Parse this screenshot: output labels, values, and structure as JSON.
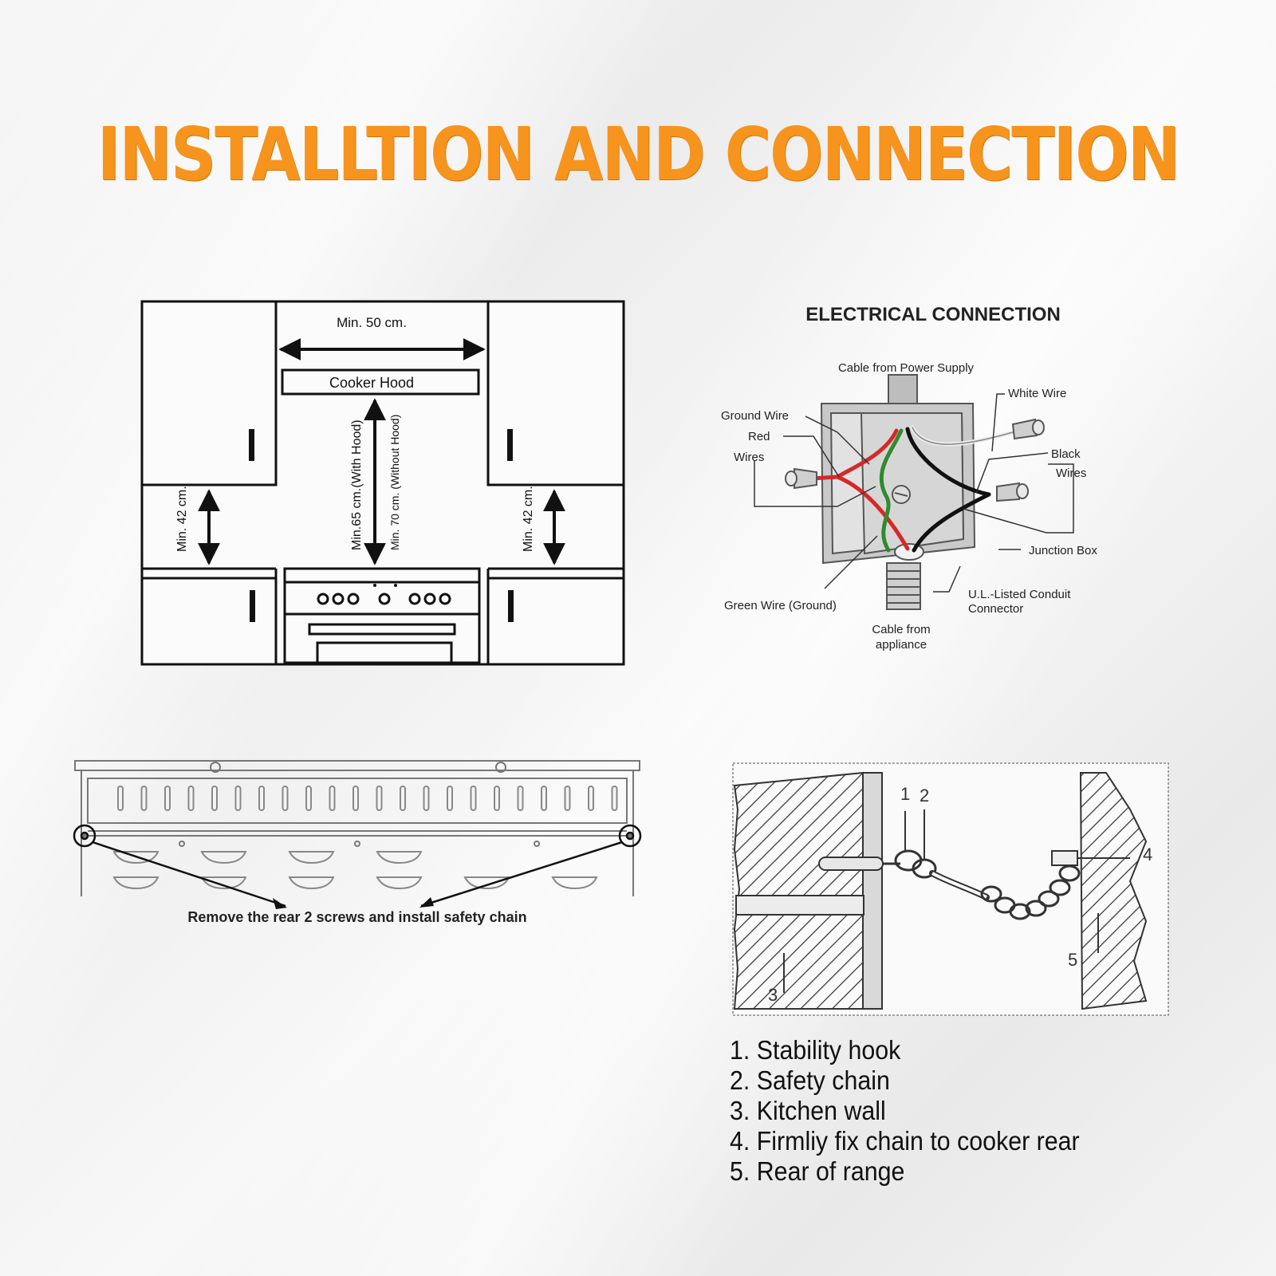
{
  "title": "INSTALLTION AND CONNECTION",
  "clearance_diagram": {
    "min_width": "Min.  50 cm.",
    "hood_label": "Cooker Hood",
    "with_hood": "Min.65   cm.(With  Hood)",
    "without_hood": "Min. 70 cm. (Without Hood)",
    "side_left": "Min. 42  cm.",
    "side_right": "Min. 42  cm."
  },
  "electrical": {
    "heading": "ELECTRICAL CONNECTION",
    "cable_power": "Cable from Power Supply",
    "white_wire": "White Wire",
    "ground_wire": "Ground Wire",
    "red": "Red",
    "wires_left": "Wires",
    "black": "Black",
    "wires_right": "Wires",
    "junction_box": "Junction Box",
    "green_wire": "Green Wire (Ground)",
    "conduit_1": "U.L.-Listed Conduit",
    "conduit_2": "Connector",
    "cable_appliance_1": "Cable from",
    "cable_appliance_2": "appliance",
    "colors": {
      "red": "#d62828",
      "green": "#2e8b2e",
      "black": "#111111",
      "white": "#eeeeee"
    }
  },
  "rear_panel": {
    "caption": "Remove the rear 2 screws and install safety chain"
  },
  "chain_diagram": {
    "callouts": [
      "1",
      "2",
      "3",
      "4",
      "5"
    ],
    "legend": [
      "1. Stability hook",
      "2. Safety chain",
      "3. Kitchen wall",
      "4. Firmliy fix chain to cooker rear",
      "5. Rear of range"
    ]
  },
  "colors": {
    "accent": "#f7941d"
  }
}
